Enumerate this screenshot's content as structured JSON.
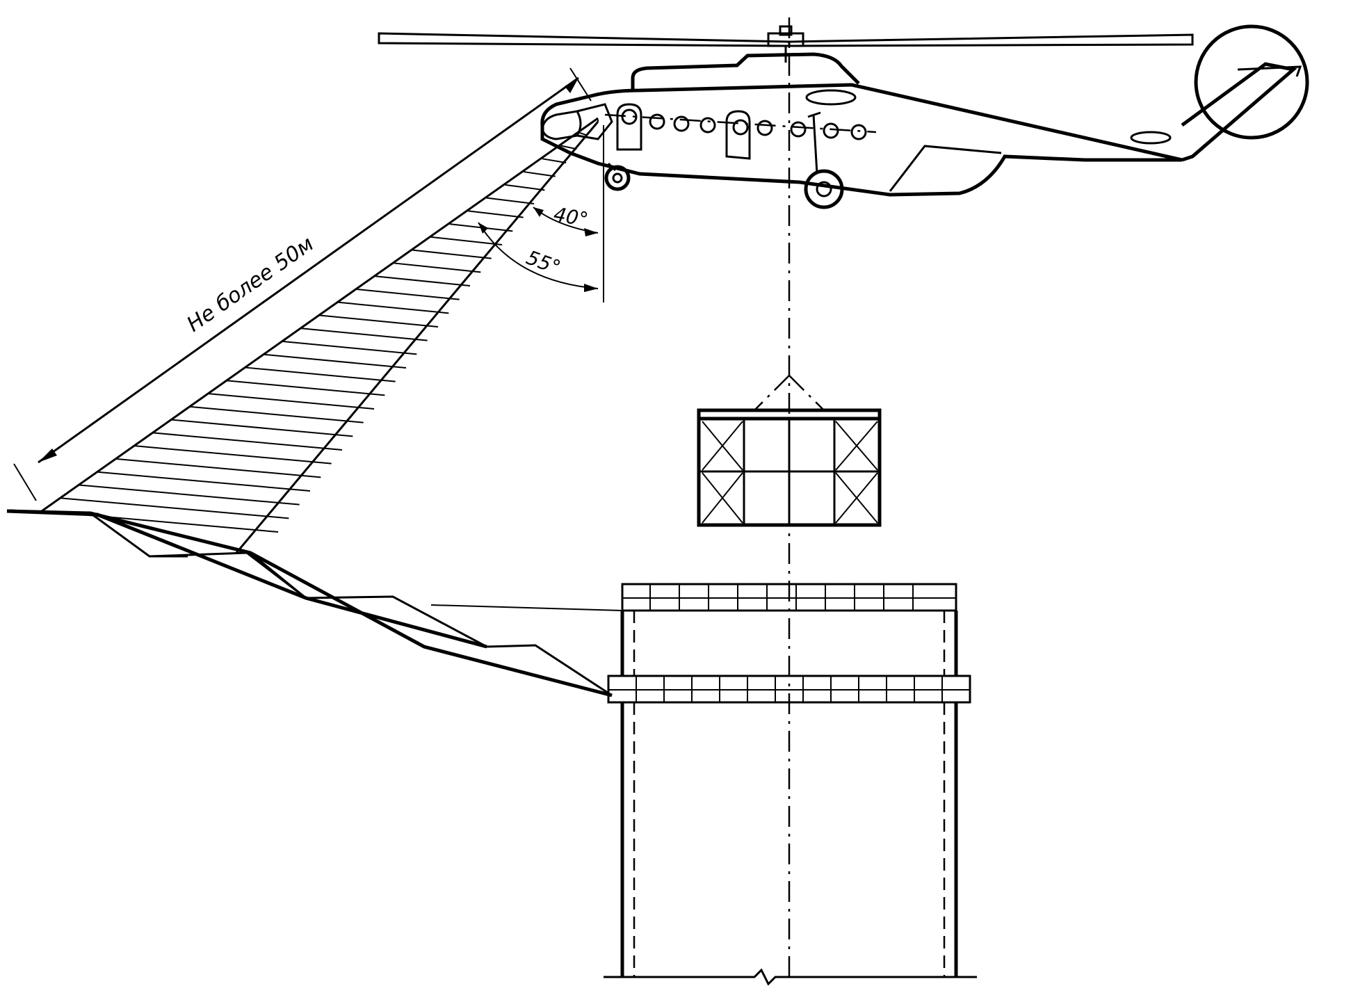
{
  "labels": {
    "distance": "Не более 50м",
    "angle_inner": "40°",
    "angle_outer": "55°"
  },
  "colors": {
    "ink": "#000000",
    "paper": "#ffffff"
  },
  "icons": {
    "helicopter": "helicopter-icon",
    "cargo": "cargo-container-icon",
    "spotlight": "spotlight-beam-icon"
  }
}
